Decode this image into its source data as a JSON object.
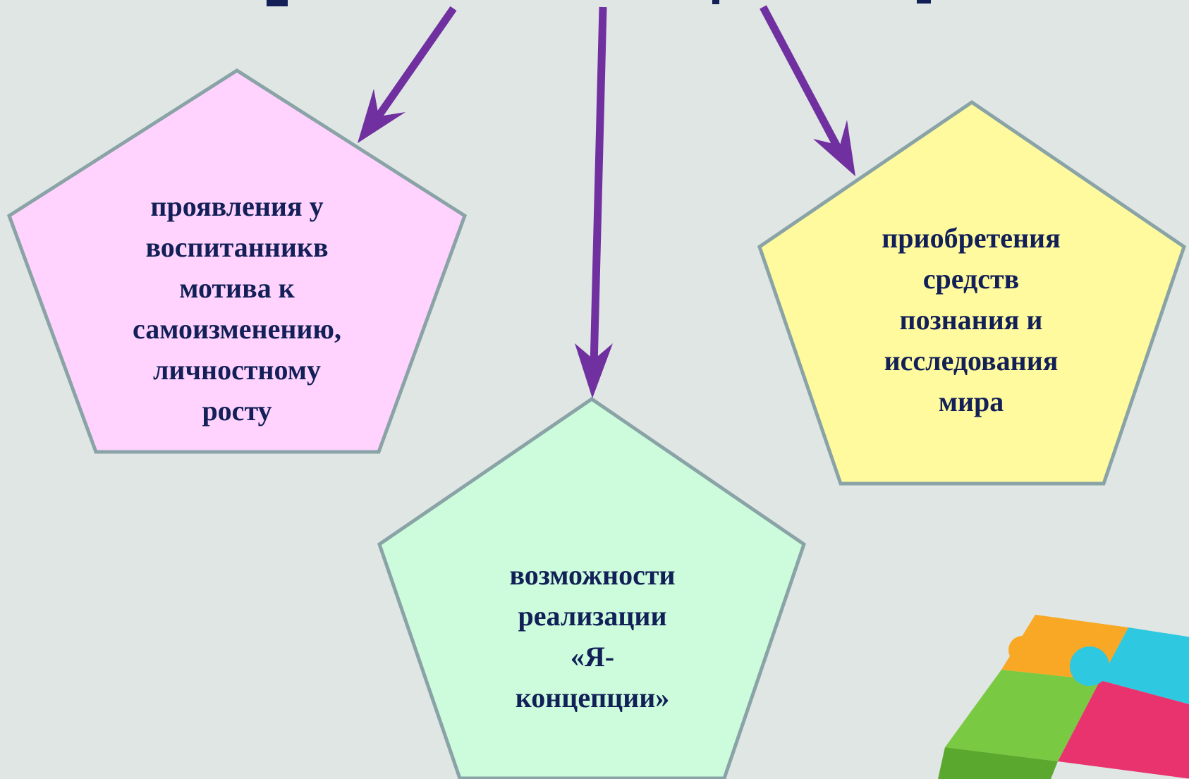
{
  "colors": {
    "background": "#dfe6e4",
    "text": "#122057",
    "arrow": "#7030a0",
    "outline": "#8aa3a6",
    "pink": "#ffd3fd",
    "yellow": "#fffa9e",
    "green": "#cdfcdd"
  },
  "boxes": {
    "pink": {
      "text": "проявления у\nвоспитанникв\nмотива к\nсамоизменению,\nличностному\nросту"
    },
    "yellow": {
      "text": "приобретения\nсредств\nпознания и\nисследования\nмира"
    },
    "green": {
      "text": "возможности\nреализации\n«Я-\nконцепции»"
    }
  },
  "icons": [
    "puzzle-icon"
  ]
}
